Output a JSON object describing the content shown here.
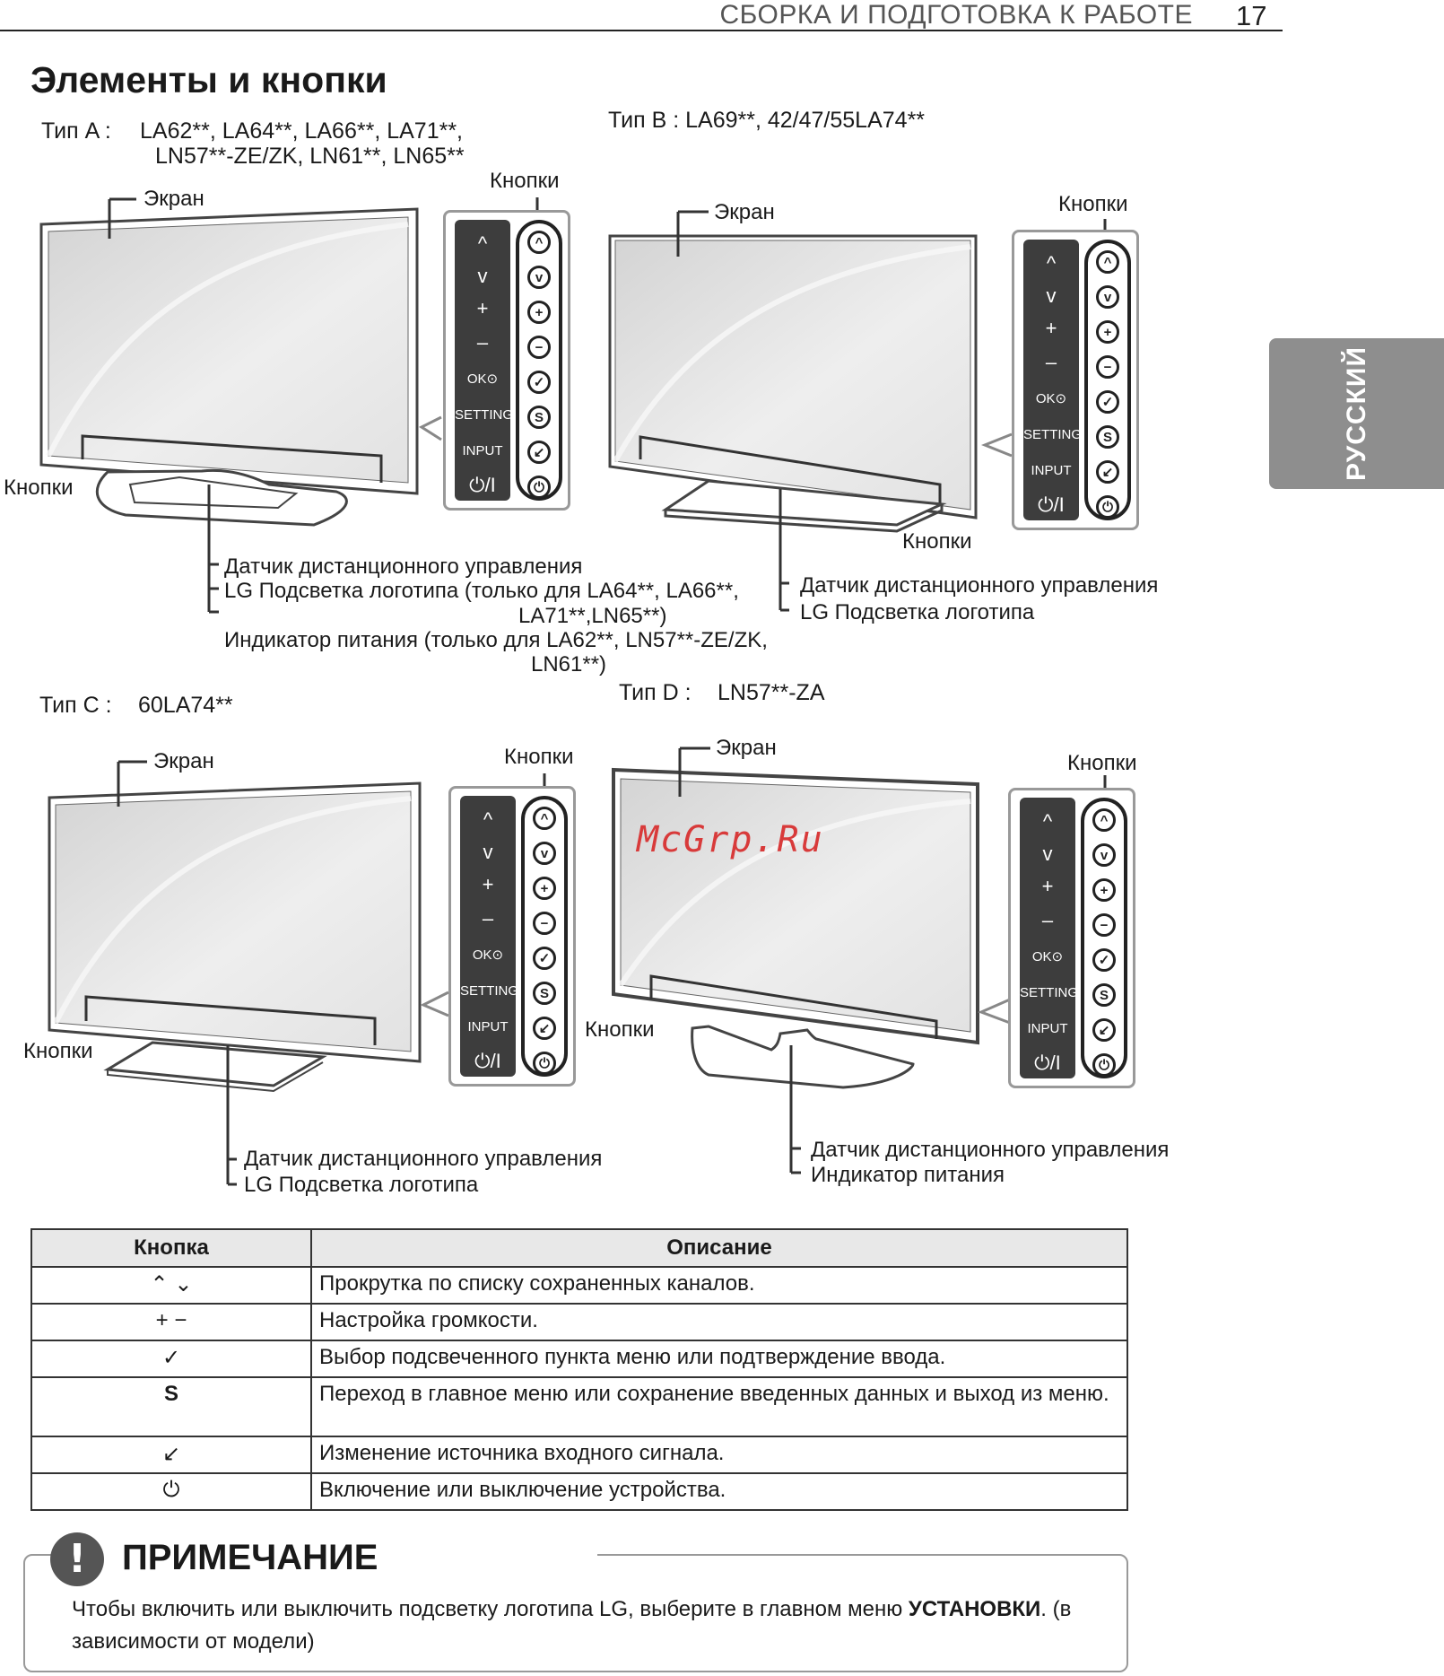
{
  "header": {
    "title": "СБОРКА И ПОДГОТОВКА К РАБОТЕ",
    "page_number": "17"
  },
  "side_tab": {
    "label": "РУССКИЙ"
  },
  "section_title": "Элементы и кнопки",
  "watermark": "McGrp.Ru",
  "panel_labels": {
    "up": "^",
    "down": "v",
    "plus": "+",
    "minus": "–",
    "ok": "OK⊙",
    "settings": "SETTINGS",
    "input": "INPUT",
    "power": "⏻/I"
  },
  "panel_icons": {
    "up": "^",
    "down": "v",
    "plus": "+",
    "minus": "−",
    "ok": "✓",
    "settings": "S",
    "input": "↙",
    "power": "⏻"
  },
  "type_a": {
    "label": "Тип A :",
    "models_line1": "LA62**, LA64**, LA66**, LA71**,",
    "models_line2": "LN57**-ZE/ZK, LN61**, LN65**",
    "screen": "Экран",
    "buttons_top": "Кнопки",
    "buttons_left": "Кнопки",
    "callout1": "Датчик дистанционного управления",
    "callout2_line1": "LG Подсветка логотипа (только для LA64**, LA66**,",
    "callout2_line2": "LA71**,LN65**)",
    "callout3_line1": "Индикатор питания (только для LA62**, LN57**-ZE/ZK,",
    "callout3_line2": "LN61**)"
  },
  "type_b": {
    "label": "Тип B : LA69**, 42/47/55LA74**",
    "screen": "Экран",
    "buttons_top": "Кнопки",
    "buttons_bottom": "Кнопки",
    "callout1": "Датчик дистанционного управления",
    "callout2": "LG Подсветка логотипа"
  },
  "type_c": {
    "label": "Тип C :",
    "model": "60LA74**",
    "screen": "Экран",
    "buttons_top": "Кнопки",
    "buttons_left": "Кнопки",
    "callout1": "Датчик дистанционного управления",
    "callout2": "LG Подсветка логотипа"
  },
  "type_d": {
    "label": "Тип D :",
    "model": "LN57**-ZA",
    "screen": "Экран",
    "buttons_top": "Кнопки",
    "buttons_left": "Кнопки",
    "callout1": "Датчик дистанционного управления",
    "callout2": "Индикатор питания"
  },
  "table": {
    "headers": [
      "Кнопка",
      "Описание"
    ],
    "rows": [
      {
        "button": "⌃ ⌄",
        "description": "Прокрутка по списку сохраненных каналов."
      },
      {
        "button": "+ −",
        "description": "Настройка громкости."
      },
      {
        "button": "✓",
        "description": "Выбор подсвеченного пункта меню или подтверждение ввода."
      },
      {
        "button": "S",
        "description": "Переход в главное меню или сохранение введенных данных и выход из меню."
      },
      {
        "button": "↙",
        "description": "Изменение источника входного сигнала."
      },
      {
        "button": "⏻",
        "description": "Включение или выключение устройства."
      }
    ]
  },
  "note": {
    "icon": "!",
    "title": "ПРИМЕЧАНИЕ",
    "text_before": "Чтобы включить или выключить подсветку логотипа LG, выберите в главном меню ",
    "text_bold": "УСТАНОВКИ",
    "text_after": ". (в зависимости от модели)"
  },
  "colors": {
    "tab_bg": "#8e8e8e",
    "panel_dark": "#3d3d3d",
    "watermark": "#d83a3a"
  }
}
